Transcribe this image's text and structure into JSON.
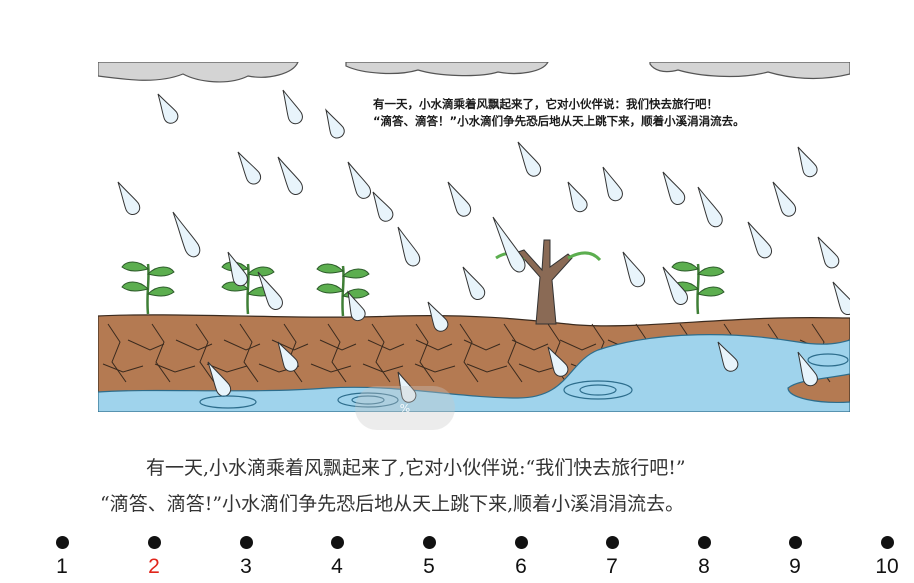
{
  "illustration": {
    "caption_line1": "有一天，小水滴乘着风飘起来了，它对小伙伴说：我们快去旅行吧！",
    "caption_line2": "“滴答、滴答！”小水滴们争先恐后地从天上跳下来，顺着小溪涓涓流去。",
    "colors": {
      "water": "#9fd3ec",
      "soil": "#b47a52",
      "cloud": "#d4d4d4",
      "plant": "#5cae4f",
      "tree": "#8a6a55"
    }
  },
  "overlay": {
    "label": "%"
  },
  "story": {
    "line1": "有一天,小水滴乘着风飘起来了,它对小伙伴说:“我们快去旅行吧!”",
    "line2": "“滴答、滴答!”小水滴们争先恐后地从天上跳下来,顺着小溪涓涓流去。"
  },
  "pager": {
    "pages": [
      "1",
      "2",
      "3",
      "4",
      "5",
      "6",
      "7",
      "8",
      "9",
      "10"
    ],
    "active_page": "2",
    "active_color": "#e0251b"
  }
}
